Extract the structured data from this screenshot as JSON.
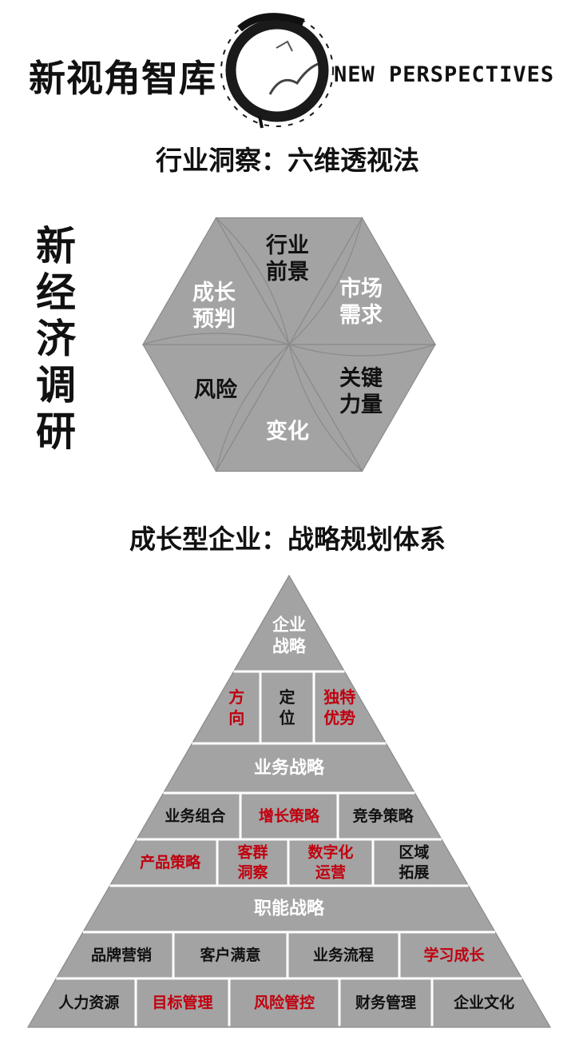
{
  "logo": {
    "cn_text": "新视角智库",
    "en_text": "NEW PERSPECTIVES"
  },
  "hexagon_section": {
    "title": "行业洞察：六维透视法",
    "side_label": [
      "新",
      "经",
      "济",
      "调",
      "研"
    ],
    "segments": [
      {
        "lines": [
          "行业",
          "前景"
        ],
        "color": "#111111"
      },
      {
        "lines": [
          "市场",
          "需求"
        ],
        "color": "#ffffff"
      },
      {
        "lines": [
          "关键",
          "力量"
        ],
        "color": "#111111"
      },
      {
        "lines": [
          "变化"
        ],
        "color": "#ffffff"
      },
      {
        "lines": [
          "风险"
        ],
        "color": "#111111"
      },
      {
        "lines": [
          "成长",
          "预判"
        ],
        "color": "#ffffff"
      }
    ]
  },
  "pyramid_section": {
    "title": "成长型企业：战略规划体系",
    "tiers": [
      {
        "cells": [
          {
            "lines": [
              "企业",
              "战略"
            ],
            "color": "#ffffff"
          }
        ]
      },
      {
        "cells": [
          {
            "lines": [
              "方",
              "向"
            ],
            "color": "#c0000f"
          },
          {
            "lines": [
              "定",
              "位"
            ],
            "color": "#111111"
          },
          {
            "lines": [
              "独特",
              "优势"
            ],
            "color": "#c0000f"
          }
        ]
      },
      {
        "cells": [
          {
            "lines": [
              "业务战略"
            ],
            "color": "#ffffff"
          }
        ]
      },
      {
        "cells": [
          {
            "lines": [
              "业务组合"
            ],
            "color": "#111111"
          },
          {
            "lines": [
              "增长策略"
            ],
            "color": "#c0000f"
          },
          {
            "lines": [
              "竞争策略"
            ],
            "color": "#111111"
          }
        ]
      },
      {
        "cells": [
          {
            "lines": [
              "产品策略"
            ],
            "color": "#c0000f"
          },
          {
            "lines": [
              "客群",
              "洞察"
            ],
            "color": "#c0000f"
          },
          {
            "lines": [
              "数字化",
              "运营"
            ],
            "color": "#c0000f"
          },
          {
            "lines": [
              "区域",
              "拓展"
            ],
            "color": "#111111"
          }
        ]
      },
      {
        "cells": [
          {
            "lines": [
              "职能战略"
            ],
            "color": "#ffffff"
          }
        ]
      },
      {
        "cells": [
          {
            "lines": [
              "品牌营销"
            ],
            "color": "#111111"
          },
          {
            "lines": [
              "客户满意"
            ],
            "color": "#111111"
          },
          {
            "lines": [
              "业务流程"
            ],
            "color": "#111111"
          },
          {
            "lines": [
              "学习成长"
            ],
            "color": "#c0000f"
          }
        ]
      },
      {
        "cells": [
          {
            "lines": [
              "人力资源"
            ],
            "color": "#111111"
          },
          {
            "lines": [
              "目标管理"
            ],
            "color": "#c0000f"
          },
          {
            "lines": [
              "风险管控"
            ],
            "color": "#c0000f"
          },
          {
            "lines": [
              "财务管理"
            ],
            "color": "#111111"
          },
          {
            "lines": [
              "企业文化"
            ],
            "color": "#111111"
          }
        ]
      }
    ]
  },
  "colors": {
    "segment_fill": "#a3a3a3",
    "line": "#ffffff",
    "red_text": "#c0000f"
  }
}
